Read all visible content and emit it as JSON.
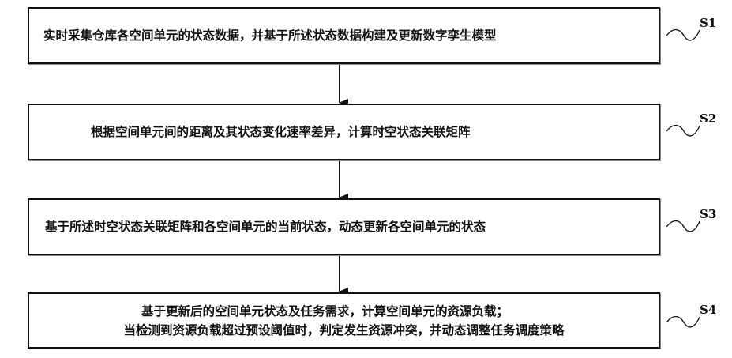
{
  "steps": [
    {
      "label": "S1",
      "lines": [
        "实时采集仓库各空间单元的状态数据，并基于所述状态数据构建及更新数字孪生模型"
      ]
    },
    {
      "label": "S2",
      "lines": [
        "根据空间单元间的距离及其状态变化速率差异，计算时空状态关联矩阵"
      ]
    },
    {
      "label": "S3",
      "lines": [
        "基于所述时空状态关联矩阵和各空间单元的当前状态，动态更新各空间单元的状态"
      ]
    },
    {
      "label": "S4",
      "lines": [
        "基于更新后的空间单元状态及任务需求，计算空间单元的资源负载；",
        "当检测到资源负载超过预设阈值时，判定发生资源冲突，并动态调整任务调度策略"
      ]
    }
  ]
}
